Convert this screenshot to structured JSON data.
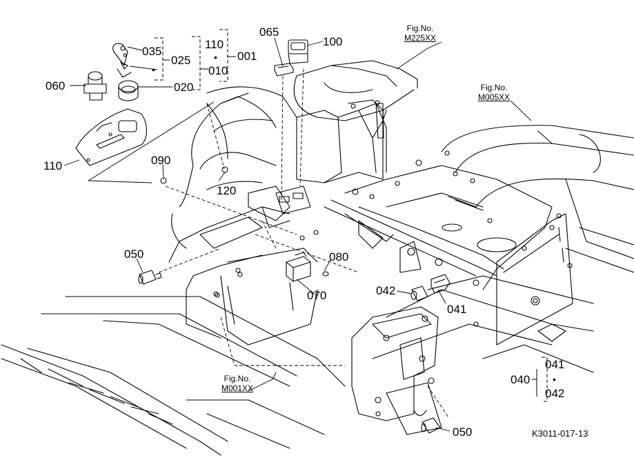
{
  "diagram_id": "K3011-017-13",
  "fig_refs": [
    {
      "label": "Fig.No.",
      "code": "M225XX"
    },
    {
      "label": "Fig.No.",
      "code": "M005XX"
    },
    {
      "label": "Fig.No.",
      "code": "M001XX"
    }
  ],
  "parts": {
    "p065": "065",
    "p100": "100",
    "p110_top": "110",
    "p001": "001",
    "p010": "010",
    "p035": "035",
    "p025": "025",
    "p060": "060",
    "p020": "020",
    "p110_panel": "110",
    "p090": "090",
    "p120": "120",
    "p050_left": "050",
    "p080": "080",
    "p070": "070",
    "p042": "042",
    "p041": "041",
    "p050_bottom": "050",
    "g040": "040",
    "g041": "041",
    "g042": "042"
  },
  "group_bullet": "•"
}
